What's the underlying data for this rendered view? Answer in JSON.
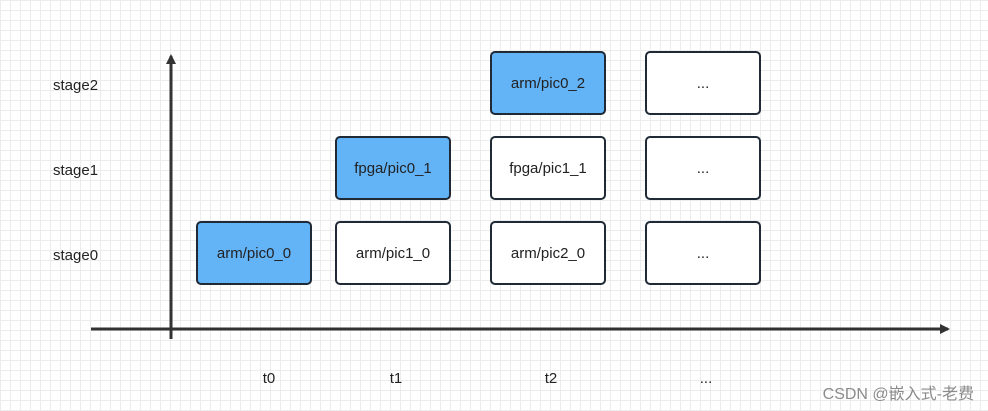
{
  "rows": [
    "stage2",
    "stage1",
    "stage0"
  ],
  "columns": [
    "t0",
    "t1",
    "t2",
    "..."
  ],
  "cells": {
    "stage2": [
      "",
      "",
      "arm/pic0_2",
      "..."
    ],
    "stage1": [
      "",
      "fpga/pic0_1",
      "fpga/pic1_1",
      "..."
    ],
    "stage0": [
      "arm/pic0_0",
      "arm/pic1_0",
      "arm/pic2_0",
      "..."
    ]
  },
  "highlighted": [
    "arm/pic0_0",
    "fpga/pic0_1",
    "arm/pic0_2"
  ],
  "colors": {
    "highlight": "#63b3f7",
    "border": "#1f2a36",
    "axis": "#333333"
  },
  "watermark": "CSDN @嵌入式-老费"
}
